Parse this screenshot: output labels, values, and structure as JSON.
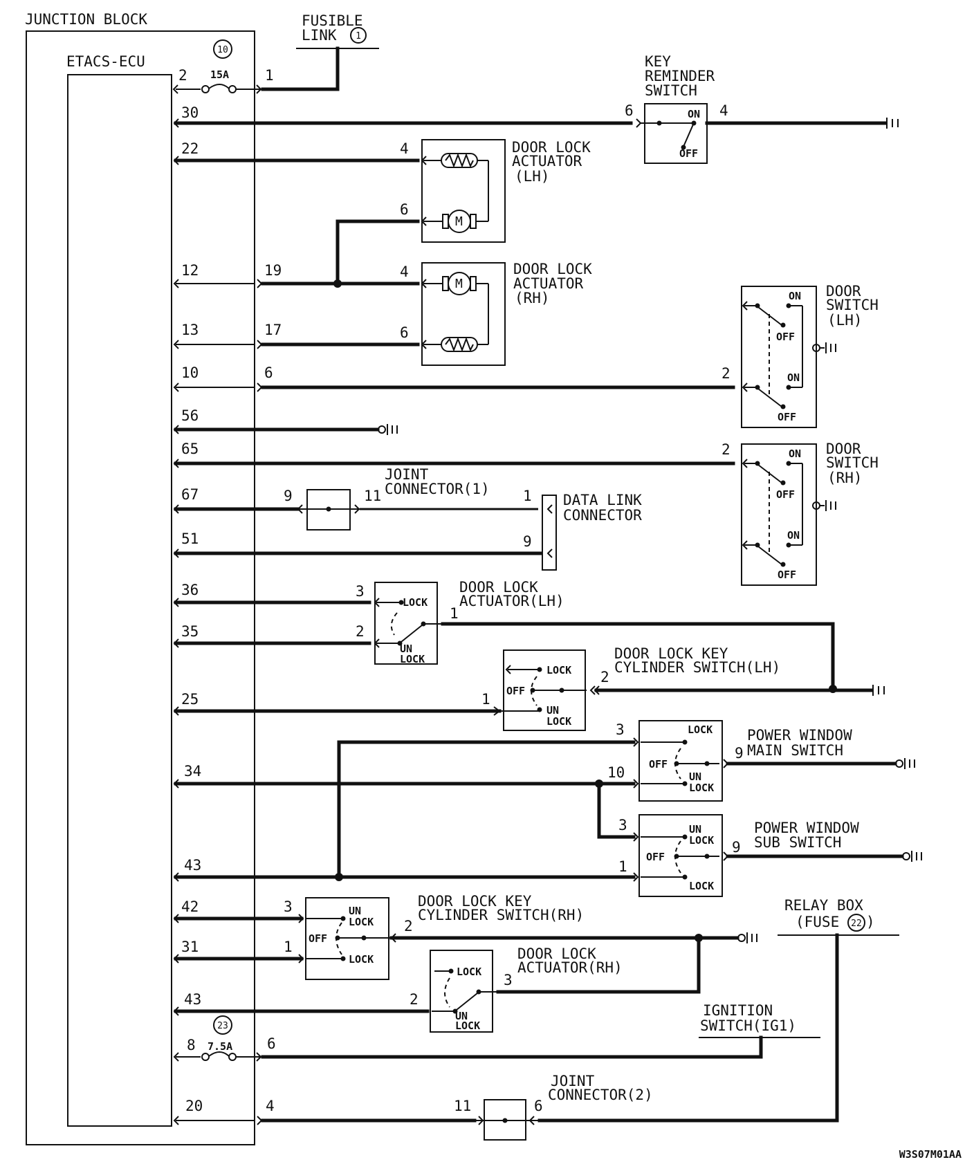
{
  "junction_block": "JUNCTION BLOCK",
  "etacs_ecu": "ETACS-ECU",
  "fusible_link": [
    "FUSIBLE",
    "LINK"
  ],
  "fusible_link_no": "1",
  "fuse10": {
    "no": "10",
    "rating": "15A"
  },
  "fuse23": {
    "no": "23",
    "rating": "7.5A"
  },
  "key_reminder": [
    "KEY",
    "REMINDER",
    "SWITCH"
  ],
  "door_lock_act_lh": [
    "DOOR LOCK",
    "ACTUATOR",
    "(LH)"
  ],
  "door_lock_act_rh": [
    "DOOR LOCK",
    "ACTUATOR",
    "(RH)"
  ],
  "door_switch_lh": [
    "DOOR",
    "SWITCH",
    "(LH)"
  ],
  "door_switch_rh": [
    "DOOR",
    "SWITCH",
    "(RH)"
  ],
  "joint_connector1": [
    "JOINT",
    "CONNECTOR(1)"
  ],
  "data_link": [
    "DATA LINK",
    "CONNECTOR"
  ],
  "door_lock_act_lh2": [
    "DOOR LOCK",
    "ACTUATOR(LH)"
  ],
  "key_cyl_lh": [
    "DOOR LOCK KEY",
    "CYLINDER SWITCH(LH)"
  ],
  "pw_main": [
    "POWER WINDOW",
    "MAIN SWITCH"
  ],
  "pw_sub": [
    "POWER WINDOW",
    "SUB SWITCH"
  ],
  "key_cyl_rh": [
    "DOOR LOCK KEY",
    "CYLINDER SWITCH(RH)"
  ],
  "relay_box": [
    "RELAY BOX",
    "(FUSE",
    ")"
  ],
  "relay_fuse_no": "22",
  "door_lock_act_rh2": [
    "DOOR LOCK",
    "ACTUATOR(RH)"
  ],
  "ignition": [
    "IGNITION",
    "SWITCH(IG1)"
  ],
  "joint_connector2": [
    "JOINT",
    "CONNECTOR(2)"
  ],
  "code": "W3S07M01AA",
  "sw": {
    "on": "ON",
    "off": "OFF",
    "lock": "LOCK",
    "un": "UN"
  },
  "ecu_pins": {
    "p2": "2",
    "p30": "30",
    "p22": "22",
    "p12": "12",
    "p13": "13",
    "p10": "10",
    "p56": "56",
    "p65": "65",
    "p67": "67",
    "p51": "51",
    "p36": "36",
    "p35": "35",
    "p25": "25",
    "p34": "34",
    "p43a": "43",
    "p42": "42",
    "p31": "31",
    "p43b": "43",
    "p8": "8",
    "p20": "20"
  },
  "jb_pins": {
    "p1": "1",
    "p19": "19",
    "p17": "17",
    "p6a": "6",
    "p6b": "6",
    "p4": "4"
  },
  "dev_pins": {
    "kr6": "6",
    "kr4": "4",
    "al4": "4",
    "al6": "6",
    "ar4": "4",
    "ar6": "6",
    "dsl2": "2",
    "dsr2": "2",
    "j1_9": "9",
    "j1_11": "11",
    "dl1": "1",
    "dl9": "9",
    "dal3": "3",
    "dal2": "2",
    "dal1": "1",
    "kcl1": "1",
    "kcl2": "2",
    "pm3": "3",
    "pm10": "10",
    "pm9": "9",
    "ps3": "3",
    "ps1": "1",
    "ps9": "9",
    "kcr3": "3",
    "kcr1": "1",
    "kcr2": "2",
    "dar2": "2",
    "dar3": "3",
    "j2_11": "11",
    "j2_6": "6"
  }
}
